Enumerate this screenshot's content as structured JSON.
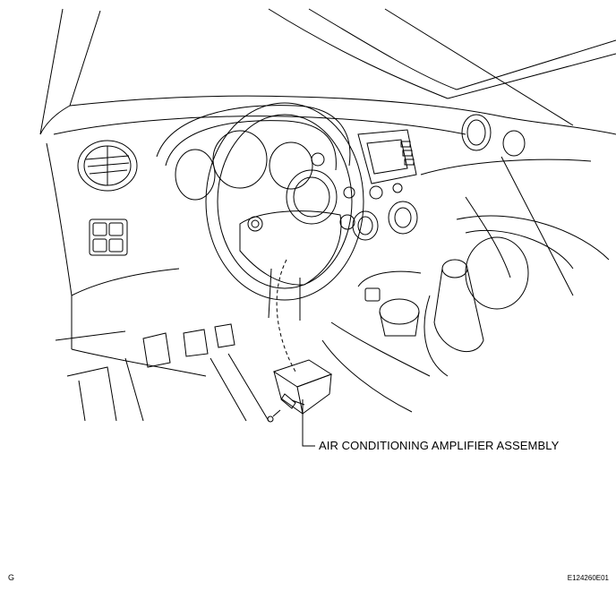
{
  "callout": {
    "label": "AIR CONDITIONING AMPLIFIER ASSEMBLY"
  },
  "footer": {
    "left_code": "G",
    "right_code": "E124260E01"
  },
  "colors": {
    "line": "#000000",
    "background": "#ffffff"
  }
}
